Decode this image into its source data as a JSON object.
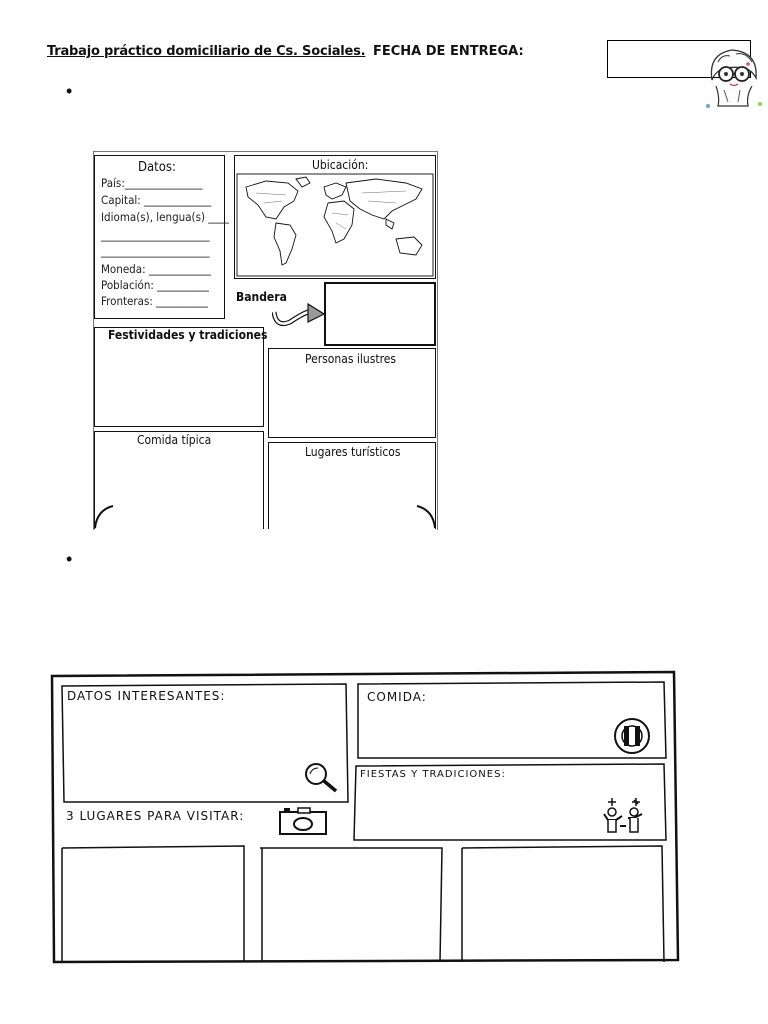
{
  "header": {
    "title": "Trabajo práctico domiciliario de Cs. Sociales.",
    "fecha": "FECHA DE ENTREGA:"
  },
  "worksheet1": {
    "datos_title": "Datos:",
    "datos_lines": [
      "País:_______________",
      "Capital: _____________",
      "Idioma(s), lengua(s) ____",
      "_____________________",
      "_____________________",
      "Moneda: ____________",
      "Población: __________",
      "Fronteras: __________"
    ],
    "ubicacion": "Ubicación:",
    "bandera": "Bandera",
    "festividades": "Festividades y tradiciones",
    "personas": "Personas ilustres",
    "comida": "Comida típica",
    "lugares": "Lugares turísticos"
  },
  "worksheet2": {
    "datos": "DATOS INTERESANTES:",
    "comida": "COMIDA:",
    "fiestas": "FIESTAS Y TRADICIONES:",
    "lugares": "3 LUGARES PARA VISITAR:"
  }
}
